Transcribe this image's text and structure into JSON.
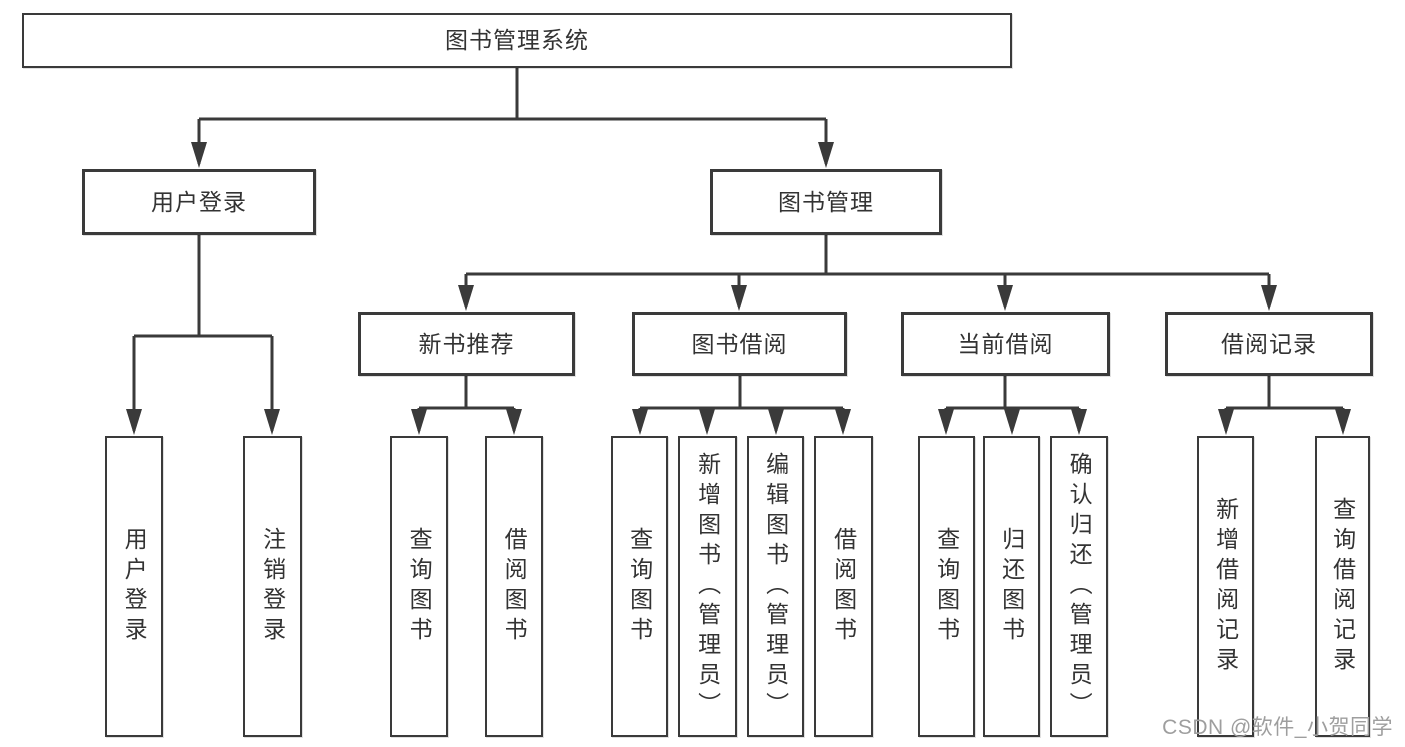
{
  "tree": {
    "root": {
      "label": "图书管理系统",
      "children": [
        {
          "label": "用户登录",
          "children": [
            {
              "label": "用户登录"
            },
            {
              "label": "注销登录"
            }
          ]
        },
        {
          "label": "图书管理",
          "children": [
            {
              "label": "新书推荐",
              "children": [
                {
                  "label": "查询图书"
                },
                {
                  "label": "借阅图书"
                }
              ]
            },
            {
              "label": "图书借阅",
              "children": [
                {
                  "label": "查询图书"
                },
                {
                  "label": "新增图书（管理员）"
                },
                {
                  "label": "编辑图书（管理员）"
                },
                {
                  "label": "借阅图书"
                }
              ]
            },
            {
              "label": "当前借阅",
              "children": [
                {
                  "label": "查询图书"
                },
                {
                  "label": "归还图书"
                },
                {
                  "label": "确认归还（管理员）"
                }
              ]
            },
            {
              "label": "借阅记录",
              "children": [
                {
                  "label": "新增借阅记录"
                },
                {
                  "label": "查询借阅记录"
                }
              ]
            }
          ]
        }
      ]
    }
  },
  "watermark": {
    "text": "CSDN @软件_小贺同学"
  },
  "colors": {
    "line": "#3a3a3a",
    "border": "#3a3a3a",
    "text": "#333333",
    "watermark": "#9e9e9e",
    "background": "#ffffff"
  }
}
